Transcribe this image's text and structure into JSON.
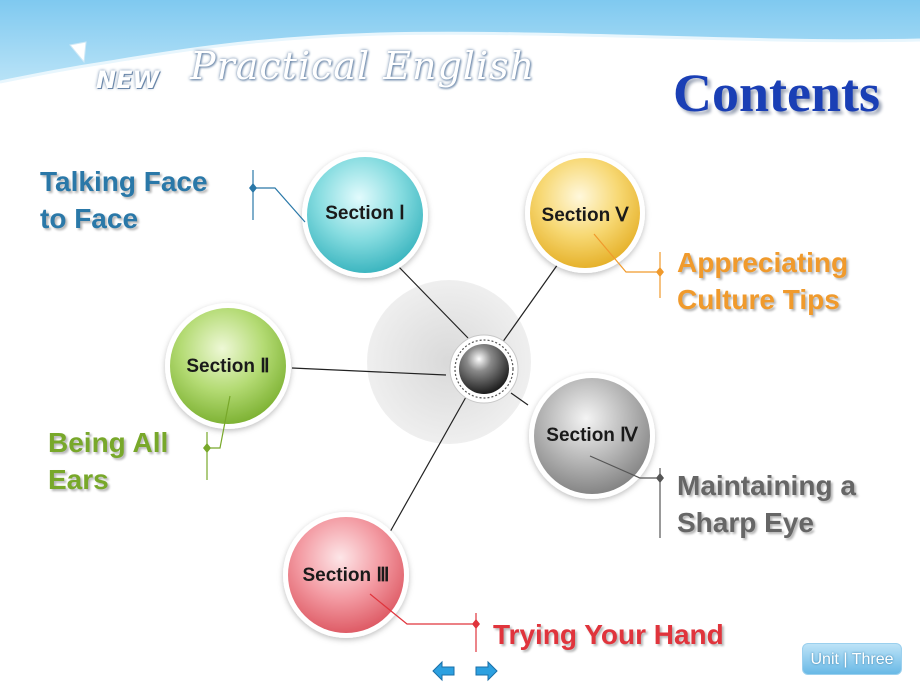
{
  "slide": {
    "title": "Contents",
    "logo": {
      "new": "NEW",
      "name": "Practical English"
    }
  },
  "sections": [
    {
      "label": "Section Ⅰ",
      "topic_lines": [
        "Talking Face",
        "to Face"
      ],
      "color": "#2a78a8",
      "ball": "#69d2d8"
    },
    {
      "label": "Section Ⅱ",
      "topic_lines": [
        "Being All",
        "Ears"
      ],
      "color": "#78a82a",
      "ball": "#a9d464"
    },
    {
      "label": "Section Ⅲ",
      "topic_lines": [
        "Trying Your Hand"
      ],
      "color": "#e0343c",
      "ball": "#f08a92"
    },
    {
      "label": "Section Ⅳ",
      "topic_lines": [
        "Maintaining a",
        "Sharp Eye"
      ],
      "color": "#666666",
      "ball": "#a8a8a8"
    },
    {
      "label": "Section Ⅴ",
      "topic_lines": [
        "Appreciating",
        "Culture Tips"
      ],
      "color": "#f09a2c",
      "ball": "#f6d266"
    }
  ],
  "nav": {
    "prev_icon": "arrow-left-icon",
    "next_icon": "arrow-right-icon",
    "arrow_color": "#2ca0e0",
    "unit_button": "Unit | Three"
  }
}
